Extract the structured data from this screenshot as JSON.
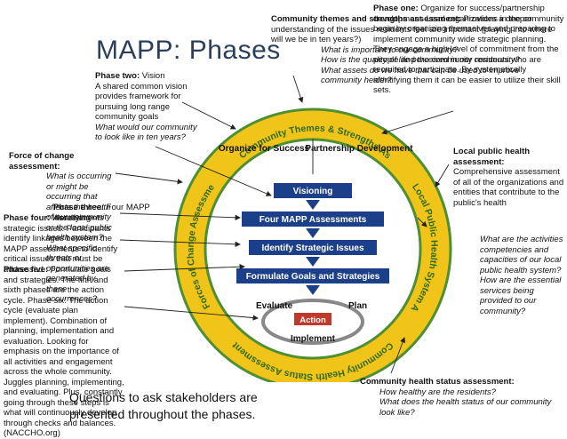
{
  "title": "MAPP: Phases",
  "phase_one": {
    "heading": "Phase one:",
    "rest": "Organize for success/partnership development. Lead organizations in the community begin by organizing themselves and preparing to implement community wide strategic planning. They engage a high level of commitment from the people and the community residents who are recruited to participate. By systematically identifying them it can be easier to utilize their skill sets."
  },
  "themes": {
    "heading": "Community themes and strengths assessment:",
    "body": "Provides a deeper understanding of the issues residents feel are important (playing into where will we be in ten years?)",
    "q1": "What is important to our community?",
    "q2": "How is the quality of life perceived in our community?",
    "q3": "What assets do we have that can be used to improve community health?"
  },
  "phase_two": {
    "heading": "Phase two:",
    "heading_rest": "Vision",
    "body": "A shared common vision provides framework for pursuing long range community goals",
    "q": "What would our community to look like in ten years?"
  },
  "forces": {
    "heading": "Force of change assessment:",
    "body": "What is occurring or might be occurring that affects the health of our community or the local public health system?",
    "q": "What specific threats or opportunities are generated by these occurrences?"
  },
  "phase_three": {
    "heading": "Phase three:",
    "heading_rest": "Four MAPP Assessments"
  },
  "phase_four": {
    "heading": "Phase four:",
    "body": "Identifying strategic issues. Participants identify linkages between the MAPP assessments to identify critical issues that must be addressed."
  },
  "phase_five": {
    "heading": "Phase five:",
    "body": "Formulate goals and strategies. The fifth and sixth phases are the action cycle. Phase six: The action cycle (evaluate plan implement). Combination of planning, implementation and evaluation. Looking for emphasis on the importance of all activities and engagement across the whole community. Juggles planning, implementing, and evaluating. Plus, constantly going through these steps is what will continuously develop through checks and balances.",
    "source": "(NACCHO.org)"
  },
  "local": {
    "heading": "Local public health assessment:",
    "body": "Comprehensive assessment of all of the organizations and entities that contribute to the public's health",
    "q": "What are the activities competencies and capacities of our local public health system? How are the essential services being provided to our community?"
  },
  "status": {
    "heading": "Community health status assessment:",
    "q1": "How healthy are the residents?",
    "q2": "What does the health status of our community look like?"
  },
  "footer": "Questions to ask stakeholders are presented throughout the phases.",
  "diagram": {
    "arc_top": "Community Themes & Strengths Assessment",
    "arc_right": "Local Public Health System Assessment",
    "arc_bottom": "Community Health Status Assessment",
    "arc_left": "Forces of Change Assessment",
    "organize": "Organize for Success",
    "partnership": "Partnership Development",
    "visioning": "Visioning",
    "four": "Four MAPP Assessments",
    "identify": "Identify Strategic Issues",
    "formulate": "Formulate Goals and Strategies",
    "evaluate": "Evaluate",
    "plan": "Plan",
    "action": "Action",
    "implement": "Implement"
  },
  "colors": {
    "ring_yellow": "#f0c419",
    "ring_green": "#4f8f33",
    "box_blue": "#1c3f8a",
    "action_red": "#c0392b"
  }
}
